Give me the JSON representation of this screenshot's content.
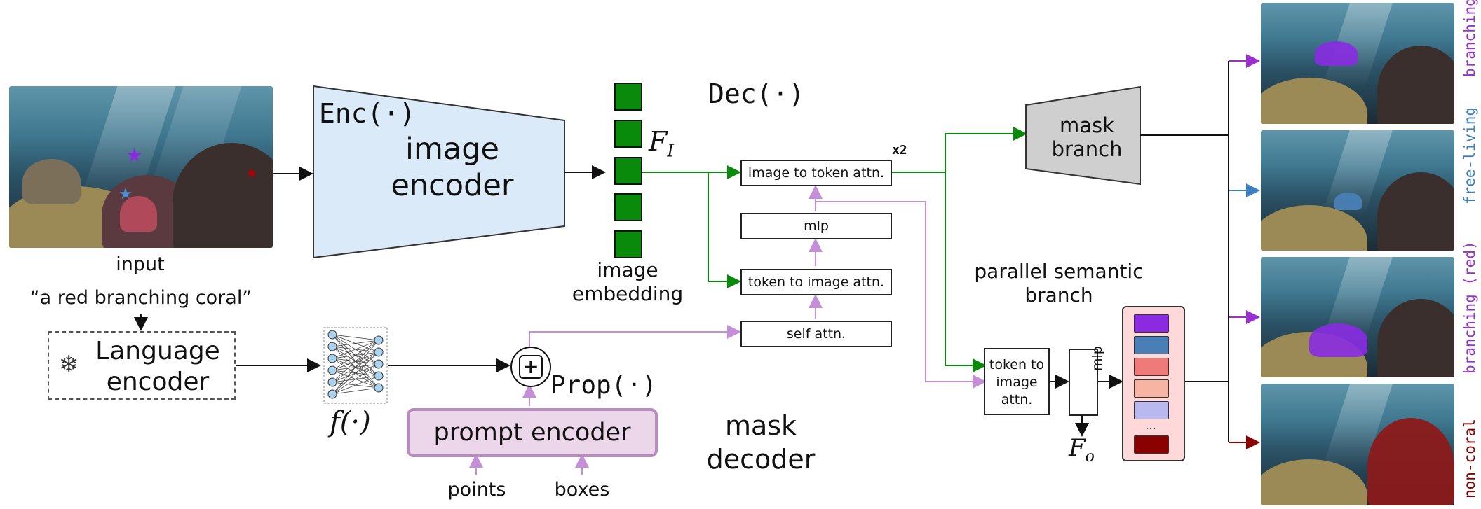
{
  "input": {
    "label": "input",
    "query": "“a red branching coral”"
  },
  "encoder": {
    "func": "Enc(·)",
    "line1": "image",
    "line2": "encoder"
  },
  "embedding": {
    "symbol": "F",
    "subscript": "I",
    "line1": "image",
    "line2": "embedding"
  },
  "language": {
    "line1": "Language",
    "line2": "encoder",
    "icon": "snowflake-icon"
  },
  "mlp_func": {
    "func": "f(·)"
  },
  "prompt": {
    "func": "Prop(·)",
    "label": "prompt encoder",
    "points": "points",
    "boxes": "boxes"
  },
  "decoder": {
    "func": "Dec(·)",
    "repeat": "x2",
    "blocks": [
      "image to token attn.",
      "mlp",
      "token to image attn.",
      "self attn."
    ],
    "label_line1": "mask",
    "label_line2": "decoder"
  },
  "mask_branch": {
    "line1": "mask",
    "line2": "branch"
  },
  "semantic": {
    "title_line1": "parallel semantic",
    "title_line2": "branch",
    "attn_line1": "token to",
    "attn_line2": "image",
    "attn_line3": "attn.",
    "mlp": "mlp",
    "out_symbol": "F",
    "out_subscript": "o",
    "ellipsis": "...",
    "swatches": [
      "#8a2be2",
      "#4a7fb5",
      "#ee7a7a",
      "#f7b4a2",
      "#b9b9f0",
      "#8b0000"
    ]
  },
  "outputs": [
    {
      "label": "branching",
      "color": "#9a30d0"
    },
    {
      "label": "free-living",
      "color": "#3d7fc0"
    },
    {
      "label": "branching (red)",
      "color": "#9a30d0"
    },
    {
      "label": "non-coral",
      "color": "#8b0000"
    }
  ],
  "colors": {
    "green": "#0a8a0a",
    "purple": "#c48fd6",
    "encoder_fill": "#dbeaf8",
    "decoder_fill": "#fbdcb8",
    "decoder_border": "#f2a541",
    "semantic_fill": "#efb8b8",
    "prompt_fill": "#ecd6ea"
  }
}
